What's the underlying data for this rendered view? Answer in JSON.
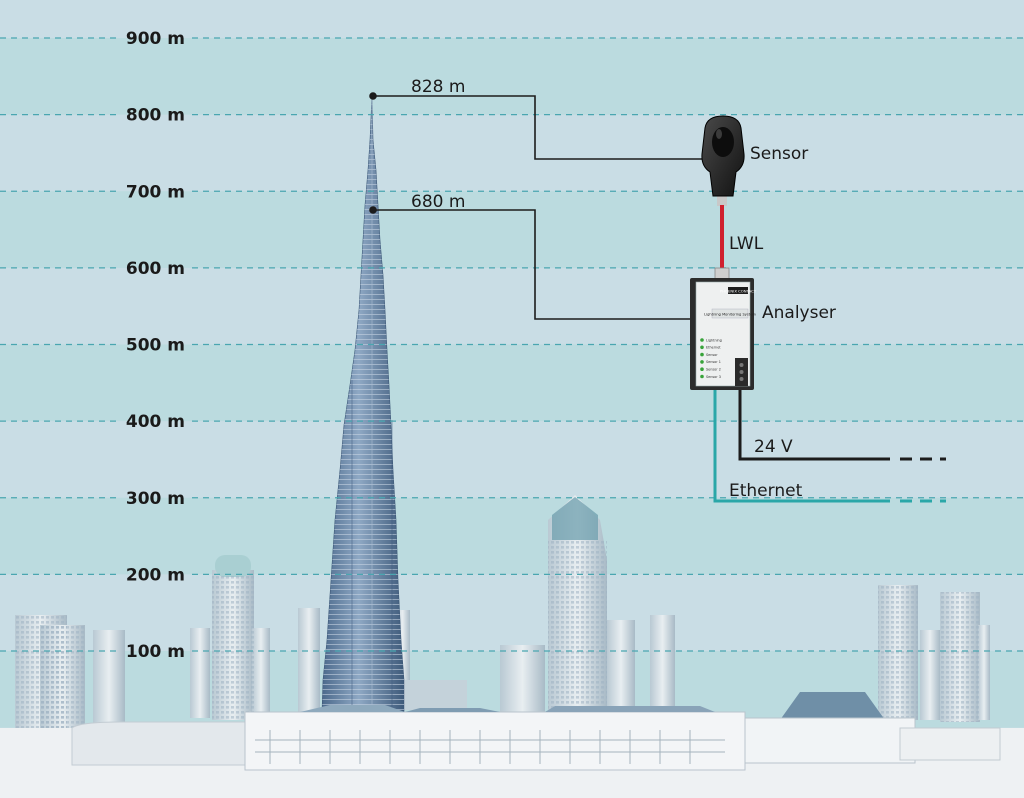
{
  "altitude_scale": {
    "unit": "m",
    "marks": [
      {
        "label": "900 m",
        "value": 900
      },
      {
        "label": "800 m",
        "value": 800
      },
      {
        "label": "700 m",
        "value": 700
      },
      {
        "label": "600 m",
        "value": 600
      },
      {
        "label": "500 m",
        "value": 500
      },
      {
        "label": "400 m",
        "value": 400
      },
      {
        "label": "300 m",
        "value": 300
      },
      {
        "label": "200 m",
        "value": 200
      },
      {
        "label": "100 m",
        "value": 100
      }
    ]
  },
  "tower": {
    "tip_height_label": "828 m",
    "tip_height_value": 828,
    "mount_height_label": "680 m",
    "mount_height_value": 680
  },
  "devices": {
    "sensor_label": "Sensor",
    "fiber_label": "LWL",
    "analyser_label": "Analyser",
    "analyser_panel_title": "Lightning Monitoring System",
    "analyser_brand": "PHOENIX CONTACT",
    "analyser_leds": [
      "Lightning",
      "Ethernet",
      "Sensor",
      "Sensor 1",
      "Sensor 2",
      "Sensor 3"
    ]
  },
  "connections": {
    "power_label": "24 V",
    "network_label": "Ethernet"
  },
  "colors": {
    "sky_light": "#c9dde5",
    "band_teal": "#b5d9dc",
    "guide_dash": "#4aa6b0",
    "fiber_red": "#d0202e",
    "ethernet_teal": "#2aa7a8",
    "wire_black": "#1c1c1c",
    "tower_blue": "#5f7fa3"
  }
}
